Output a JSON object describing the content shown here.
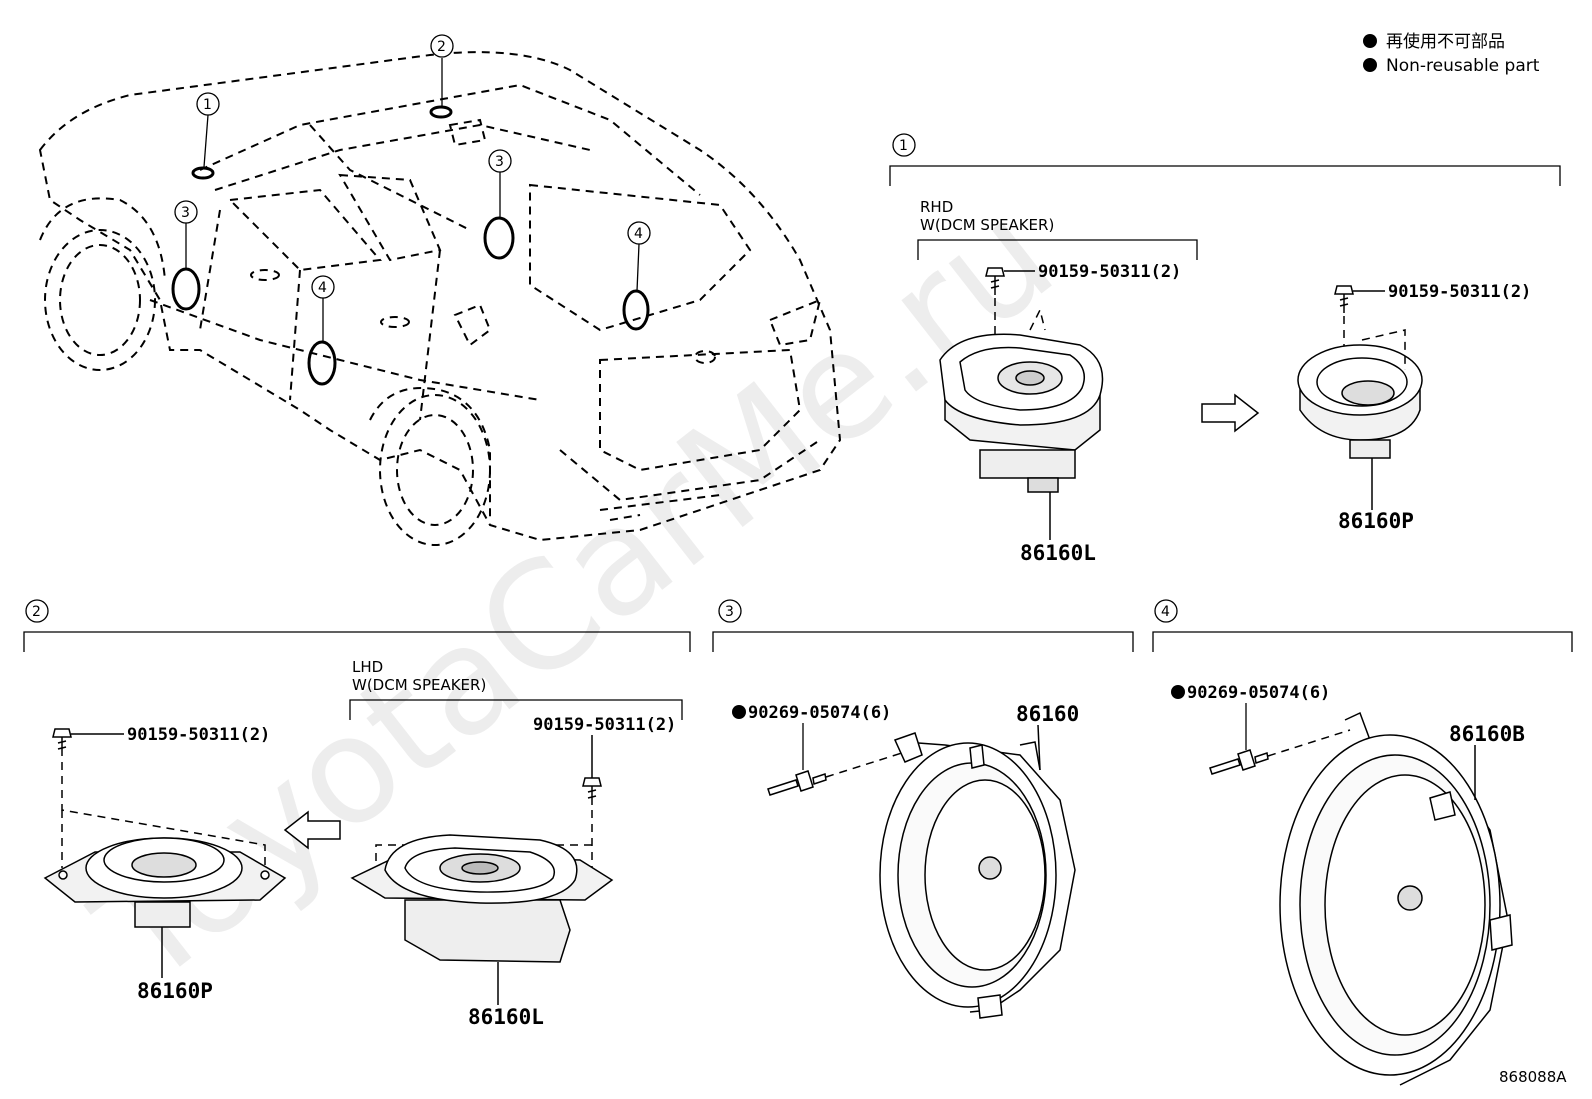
{
  "legend": {
    "jp": "再使用不可部品",
    "en": "Non-reusable part"
  },
  "watermark": "ToyotaCarMe.ru",
  "drawing_id": "868088A",
  "callouts": [
    "1",
    "2",
    "3",
    "4"
  ],
  "sections": {
    "s1": {
      "number": "1",
      "variant_line1": "RHD",
      "variant_line2": "W(DCM SPEAKER)",
      "screw_a": "90159-50311(2)",
      "screw_b": "90159-50311(2)",
      "part_a": "86160L",
      "part_b": "86160P"
    },
    "s2": {
      "number": "2",
      "variant_line1": "LHD",
      "variant_line2": "W(DCM SPEAKER)",
      "screw_a": "90159-50311(2)",
      "screw_b": "90159-50311(2)",
      "part_a": "86160P",
      "part_b": "86160L"
    },
    "s3": {
      "number": "3",
      "clip": "90269-05074(6)",
      "part": "86160"
    },
    "s4": {
      "number": "4",
      "clip": "90269-05074(6)",
      "part": "86160B"
    }
  }
}
